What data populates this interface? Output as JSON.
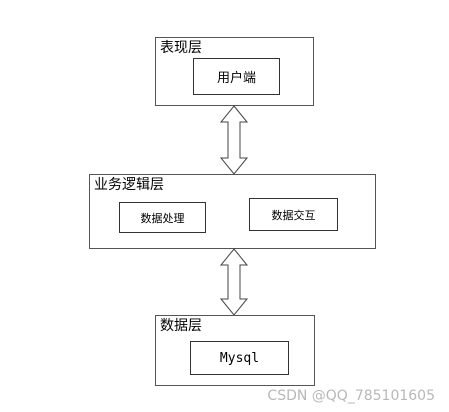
{
  "presentation_layer": {
    "title": "表现层",
    "client_label": "用户端"
  },
  "business_layer": {
    "title": "业务逻辑层",
    "processing_label": "数据处理",
    "exchange_label": "数据交互"
  },
  "data_layer": {
    "title": "数据层",
    "db_label": "Mysql"
  },
  "watermark": "CSDN @QQ_785101605"
}
